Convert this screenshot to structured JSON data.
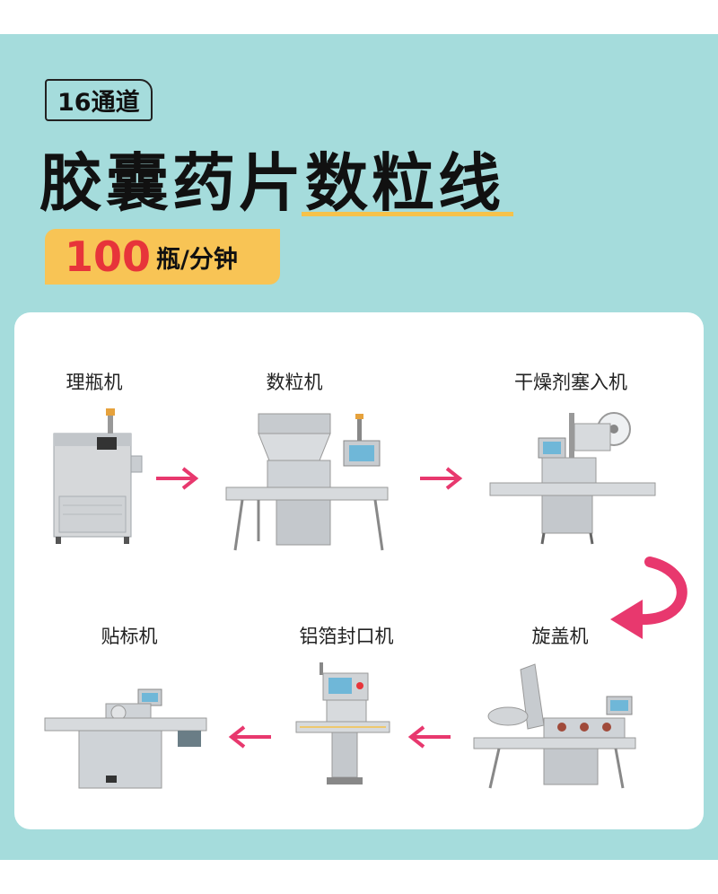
{
  "header": {
    "tag": "16通道",
    "title_part1": "胶囊药片",
    "title_part2": "数粒线",
    "rate_number": "100",
    "rate_unit": "瓶/分钟"
  },
  "steps": [
    {
      "label": "理瓶机",
      "icon": "bottle-unscrambler-machine"
    },
    {
      "label": "数粒机",
      "icon": "tablet-counting-machine"
    },
    {
      "label": "干燥剂塞入机",
      "icon": "desiccant-inserter-machine"
    },
    {
      "label": "旋盖机",
      "icon": "capping-machine"
    },
    {
      "label": "铝箔封口机",
      "icon": "foil-sealing-machine"
    },
    {
      "label": "贴标机",
      "icon": "labeling-machine"
    }
  ],
  "colors": {
    "background": "#a5dcdc",
    "accent_yellow": "#f8c455",
    "accent_red": "#e7343a",
    "arrow_pink": "#e8386e"
  }
}
